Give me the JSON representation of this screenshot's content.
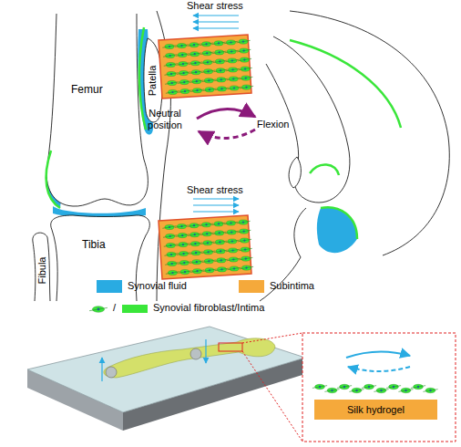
{
  "diagram": {
    "nodes": [
      {
        "text": [
          "Silk hydrogel"
        ]
      }
    ],
    "labels": [
      "Shear stress",
      "Femur",
      "Patella",
      "Neutral position",
      "Flexion",
      "Tibia",
      "Fibula",
      "Shear stress",
      "/"
    ],
    "legend": [
      {
        "text": "Synovial fluid",
        "color": "#29abe2"
      },
      {
        "text": "Subintima",
        "color": "#f5a93b"
      },
      {
        "text": "Synovial fibroblast/Intima",
        "color": "#3ae63a"
      }
    ]
  }
}
